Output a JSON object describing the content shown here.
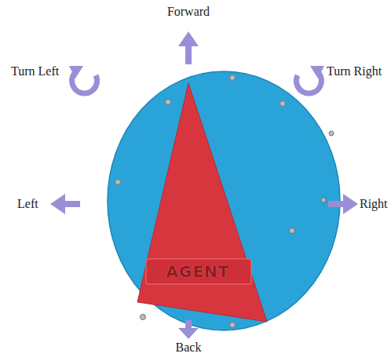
{
  "diagram": {
    "nodes": [
      {
        "text": [
          "AGENT"
        ]
      }
    ],
    "labels": [
      "Forward",
      "Turn Left",
      "Turn Right",
      "Left",
      "Right",
      "Back"
    ]
  }
}
